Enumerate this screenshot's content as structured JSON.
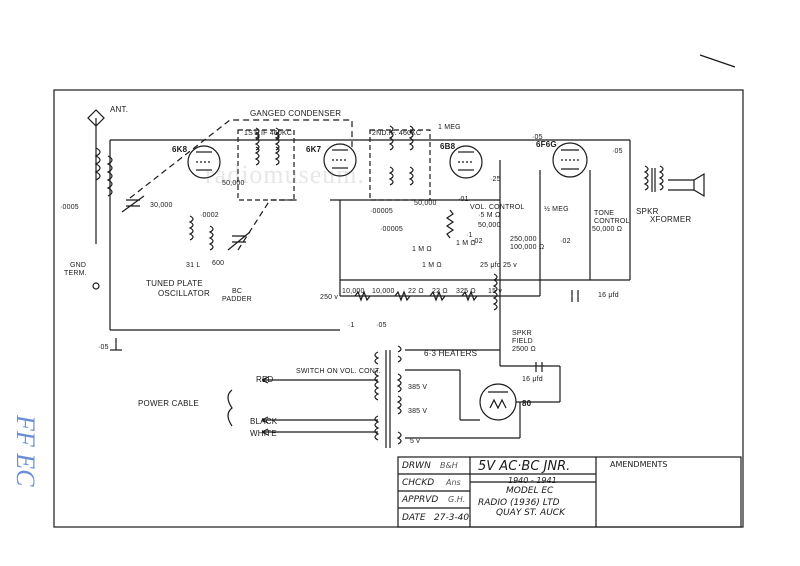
{
  "margin_note": "FF EC",
  "watermark": "radiomuseum.",
  "labels": {
    "ant": "ANT.",
    "gnd": "GND",
    "term": "TERM.",
    "ganged": "GANGED CONDENSER",
    "if1": "1ST. IF 460KC",
    "if2": "2ND.IF. 460KC",
    "t6k8": "6K8",
    "t6k7": "6K7",
    "t6b8": "6B8",
    "t6f6": "6F6G",
    "t80": "80",
    "tuned1": "TUNED PLATE",
    "tuned2": "OSCILLATOR",
    "bc1": "BC",
    "bc2": "PADDER",
    "tone1": "TONE",
    "tone2": "CONTROL",
    "tone3": "50,000 Ω",
    "spkr1": "SPKR",
    "spkr2": "XFORMER",
    "field1": "SPKR",
    "field2": "FIELD",
    "field3": "2500 Ω",
    "heaters": "6·3 HEATERS",
    "v385a": "385 V",
    "v385b": "385 V",
    "v5": "5 v",
    "switch": "SWITCH ON VOL. CONT.",
    "red": "RED",
    "black": "BLACK",
    "white": "WHITE",
    "power": "POWER CABLE",
    "volcont1": "VOL. CONTROL",
    "volcont2": "·5 M Ω",
    "c16a": "16 μfd",
    "c16b": "16 μfd",
    "meg1": "1 MEG",
    "meg2": "½ MEG",
    "c05a": "·05",
    "c05b": "·05",
    "c05c": "·05",
    "c05d": "·05",
    "c0005": "·0005",
    "c00005": "·00005",
    "c00002": "·0002",
    "c000005": "·00005",
    "c01": "·01",
    "c02": "·02",
    "c01b": "·1",
    "c25": "25 μfd 25 v",
    "r50k1": "50,000",
    "r50k2": "50,000",
    "r50k3": "50,000",
    "r30k": "30,000",
    "r10k": "10,000",
    "r10k2": "10,000",
    "r250": "250 v",
    "r22a": "22 Ω",
    "r22b": "22 Ω",
    "r325": "325 Ω",
    "r15v": "15 v",
    "r1m": "1 M Ω",
    "r1m2": "1 M Ω",
    "r250k": "250,000",
    "r100k": "100,000 Ω",
    "r600": "600",
    "r31l": "31 L",
    "r1m3": "1 M Ω",
    "c25b": "·25",
    "c1": "·1",
    "c02b": "·02"
  },
  "title_block": {
    "drawn_label": "DRWN",
    "drawn_by": "B&H",
    "chkd_label": "CHCKD",
    "chkd_by": "Ans",
    "apprvd_label": "APPRVD",
    "apprvd_by": "G.H.",
    "date_label": "DATE",
    "date": "27-3-40",
    "title": "5V AC·BC JNR.",
    "years": "1940 - 1941",
    "model": "MODEL EC",
    "company": "RADIO (1936) LTD",
    "address": "QUAY ST. AUCK",
    "amendments": "AMENDMENTS"
  }
}
